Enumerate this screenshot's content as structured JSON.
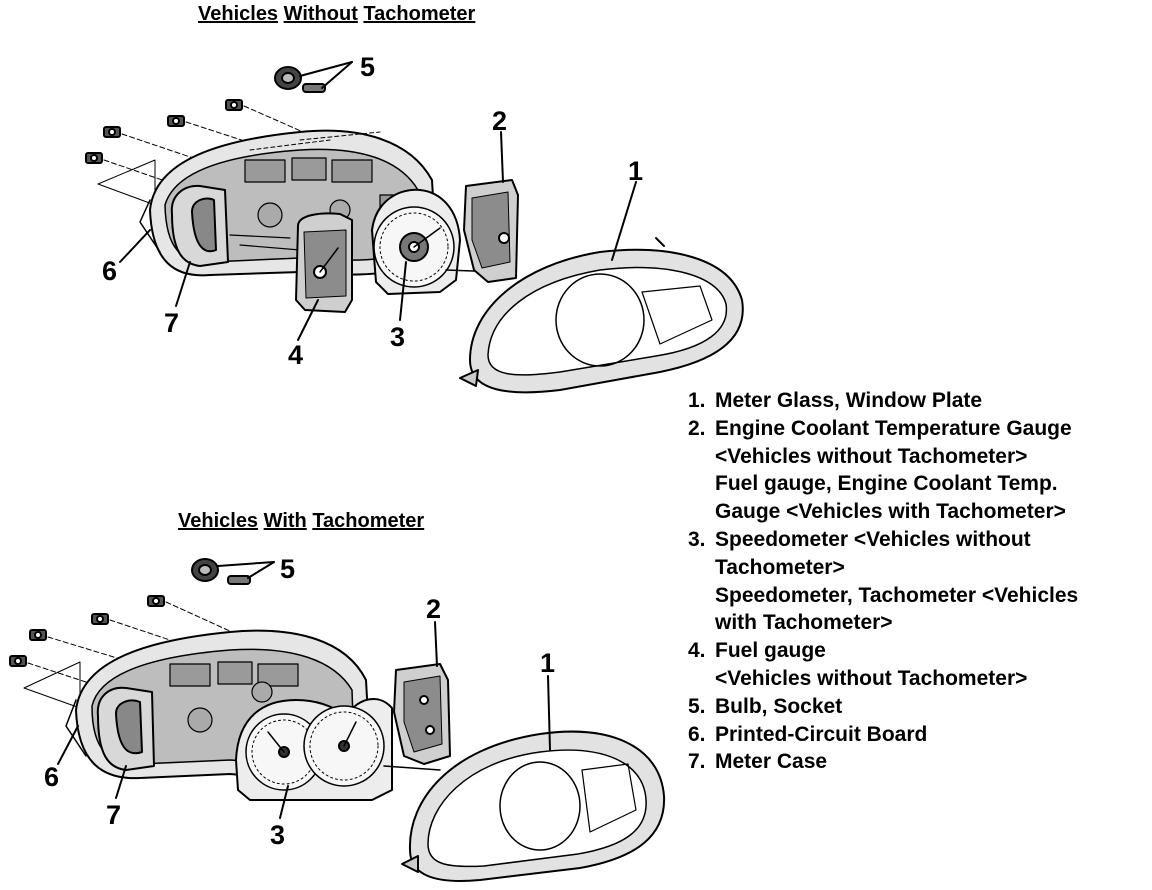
{
  "titles": {
    "top": {
      "w1": "Vehicles",
      "w2": "Without",
      "w3": "Tachometer"
    },
    "bottom": {
      "w1": "Vehicles",
      "w2": "With",
      "w3": "Tachometer"
    }
  },
  "callouts": {
    "top": {
      "c1": "1",
      "c2": "2",
      "c3": "3",
      "c4": "4",
      "c5": "5",
      "c6": "6",
      "c7": "7"
    },
    "bottom": {
      "c1": "1",
      "c2": "2",
      "c3": "3",
      "c5": "5",
      "c6": "6",
      "c7": "7"
    }
  },
  "legend": [
    {
      "num": "1.",
      "text": "Meter Glass, Window Plate"
    },
    {
      "num": "2.",
      "text": "Engine Coolant Temperature Gauge\n<Vehicles without Tachometer>\nFuel gauge, Engine Coolant Temp.\nGauge <Vehicles with Tachometer>"
    },
    {
      "num": "3.",
      "text": "Speedometer <Vehicles without\nTachometer>\nSpeedometer, Tachometer <Vehicles\nwith Tachometer>"
    },
    {
      "num": "4.",
      "text": "Fuel gauge\n<Vehicles without Tachometer>"
    },
    {
      "num": "5.",
      "text": "Bulb, Socket"
    },
    {
      "num": "6.",
      "text": "Printed-Circuit Board"
    },
    {
      "num": "7.",
      "text": "Meter Case"
    }
  ]
}
